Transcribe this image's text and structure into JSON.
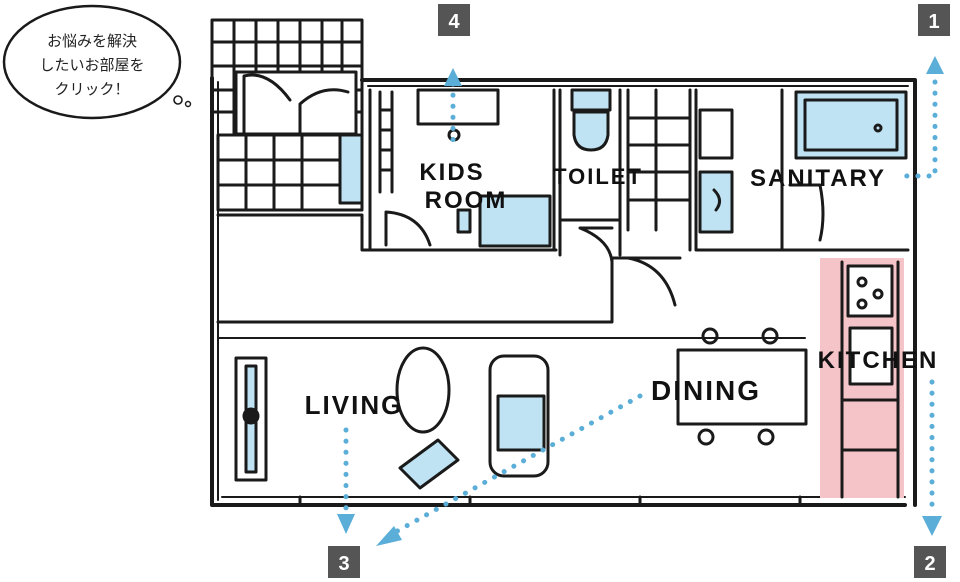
{
  "speech_bubble": {
    "lines": [
      "お悩みを解決",
      "したいお部屋を",
      "クリック！"
    ]
  },
  "rooms": {
    "kids_room": {
      "label_line1": "KIDS",
      "label_line2": "ROOM"
    },
    "toilet": {
      "label": "TOILET"
    },
    "sanitary": {
      "label": "SANITARY"
    },
    "kitchen": {
      "label": "KITCHEN"
    },
    "dining": {
      "label": "DINING"
    },
    "living": {
      "label": "LIVING"
    }
  },
  "markers": {
    "m1": "1",
    "m2": "2",
    "m3": "3",
    "m4": "4"
  },
  "colors": {
    "fixture_blue": "#bfe3f2",
    "kitchen_pink": "#f5c4c8",
    "marker_gray": "#555555",
    "arrow_blue": "#5aaed8",
    "line": "#1a1a1a"
  }
}
